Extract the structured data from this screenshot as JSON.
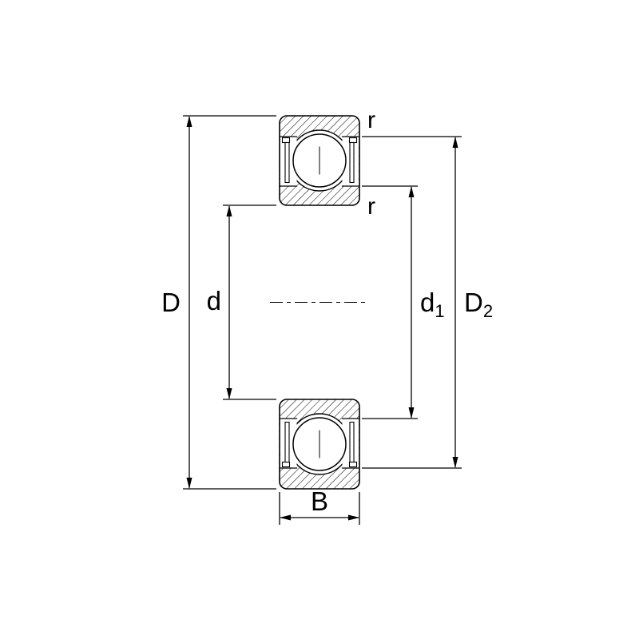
{
  "diagram": {
    "subject": "deep-groove-ball-bearing-shielded-cross-section",
    "background_color": "#ffffff",
    "line_color": "#000000",
    "dimensions": {
      "outer_diameter": {
        "label": "D"
      },
      "bore_diameter": {
        "label": "d"
      },
      "inner_shoulder_diameter": {
        "base": "d",
        "subscript": "1"
      },
      "outer_shoulder_diameter": {
        "base": "D",
        "subscript": "2"
      },
      "width": {
        "label": "B"
      },
      "fillet_radius_outer": {
        "label": "r"
      },
      "fillet_radius_inner": {
        "label": "r"
      }
    }
  }
}
